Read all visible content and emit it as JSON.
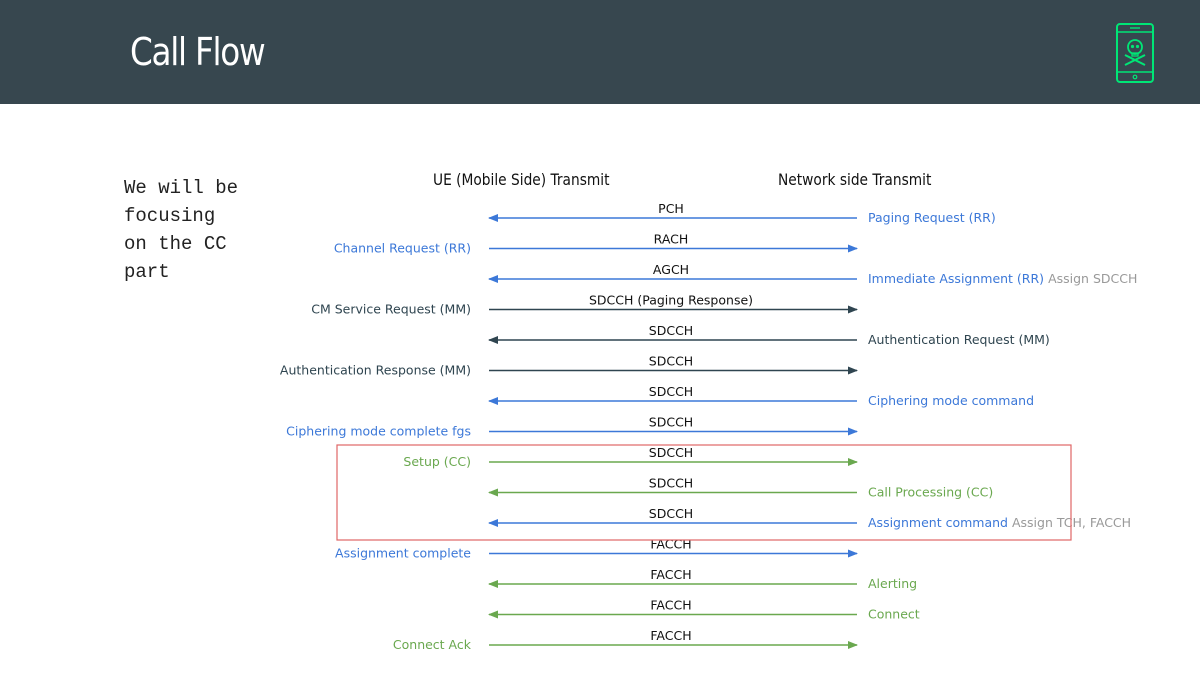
{
  "slide": {
    "title": "Call Flow",
    "note": "We will be\nfocusing\non the CC\npart"
  },
  "columns": {
    "ue": "UE (Mobile Side) Transmit",
    "network": "Network side Transmit"
  },
  "colors": {
    "blue": "#3c78d8",
    "dark": "#2f4550",
    "green": "#6aa84f",
    "grey": "#999999",
    "highlight": "#e06666",
    "logo": "#00e676"
  },
  "messages": [
    {
      "channel": "PCH",
      "direction": "to_ue",
      "color": "blue",
      "right": "Paging Request (RR)",
      "right_note": "",
      "left": ""
    },
    {
      "channel": "RACH",
      "direction": "to_network",
      "color": "blue",
      "left": "Channel Request (RR)",
      "right": "",
      "right_note": ""
    },
    {
      "channel": "AGCH",
      "direction": "to_ue",
      "color": "blue",
      "right": "Immediate Assignment (RR)",
      "right_note": "Assign SDCCH",
      "left": ""
    },
    {
      "channel": "SDCCH (Paging Response)",
      "direction": "to_network",
      "color": "dark",
      "left": "CM Service Request (MM)",
      "right": "",
      "right_note": ""
    },
    {
      "channel": "SDCCH",
      "direction": "to_ue",
      "color": "dark",
      "right": "Authentication Request (MM)",
      "right_note": "",
      "left": ""
    },
    {
      "channel": "SDCCH",
      "direction": "to_network",
      "color": "dark",
      "left": "Authentication Response (MM)",
      "right": "",
      "right_note": ""
    },
    {
      "channel": "SDCCH",
      "direction": "to_ue",
      "color": "blue",
      "right": "Ciphering mode command",
      "right_note": "",
      "left": ""
    },
    {
      "channel": "SDCCH",
      "direction": "to_network",
      "color": "blue",
      "left": "Ciphering mode complete fgs",
      "right": "",
      "right_note": ""
    },
    {
      "channel": "SDCCH",
      "direction": "to_network",
      "color": "green",
      "left": "Setup (CC)",
      "right": "",
      "right_note": ""
    },
    {
      "channel": "SDCCH",
      "direction": "to_ue",
      "color": "green",
      "right": "Call Processing (CC)",
      "right_note": "",
      "left": ""
    },
    {
      "channel": "SDCCH",
      "direction": "to_ue",
      "color": "blue",
      "right": "Assignment command",
      "right_note": "Assign TCH, FACCH",
      "left": ""
    },
    {
      "channel": "FACCH",
      "direction": "to_network",
      "color": "blue",
      "left": "Assignment complete",
      "right": "",
      "right_note": ""
    },
    {
      "channel": "FACCH",
      "direction": "to_ue",
      "color": "green",
      "right": "Alerting",
      "right_note": "",
      "left": ""
    },
    {
      "channel": "FACCH",
      "direction": "to_ue",
      "color": "green",
      "right": "Connect",
      "right_note": "",
      "left": ""
    },
    {
      "channel": "FACCH",
      "direction": "to_network",
      "color": "green",
      "left": "Connect Ack",
      "right": "",
      "right_note": ""
    }
  ],
  "highlight_box": {
    "first_message": 8,
    "last_message": 10
  }
}
